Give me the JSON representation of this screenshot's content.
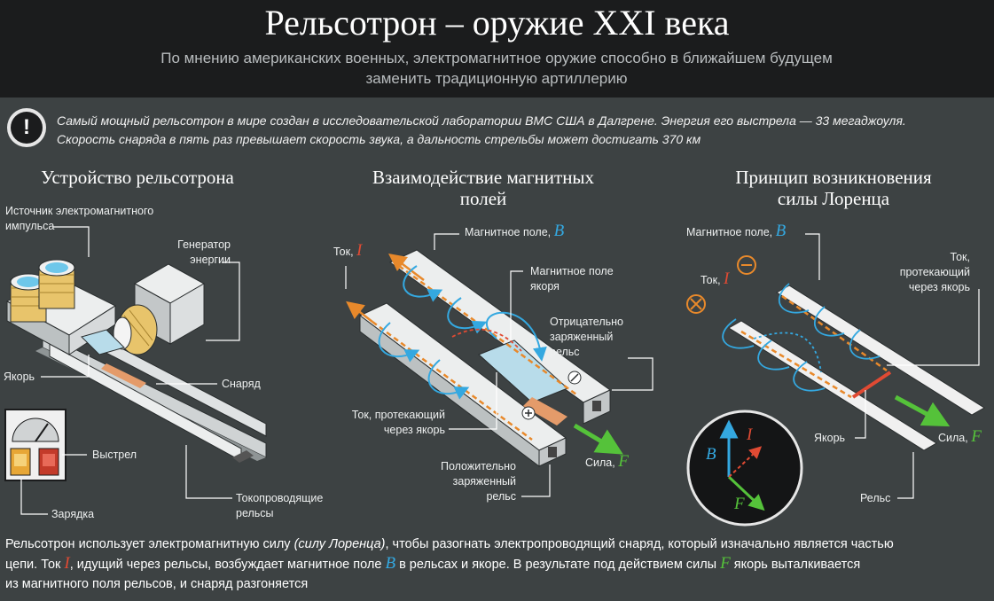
{
  "header": {
    "title": "Рельсотрон – оружие XXI века",
    "subtitle_line1": "По мнению американских военных, электромагнитное оружие способно в ближайшем будущем",
    "subtitle_line2": "заменить традиционную артиллерию"
  },
  "note": {
    "icon": "exclamation-icon",
    "glyph": "!",
    "line1": "Самый мощный рельсотрон в мире создан в исследовательской лаборатории ВМС США в Далгрене. Энергия его выстрела — 33 мегаджоуля.",
    "line2": "Скорость снаряда в пять раз превышает скорость звука, а дальность стрельбы может достигать 370 км"
  },
  "panel1": {
    "title": "Устройство рельсотрона",
    "labels": {
      "source_line1": "Источник электромагнитного",
      "source_line2": "импульса",
      "generator_line1": "Генератор",
      "generator_line2": "энергии",
      "armature": "Якорь",
      "projectile": "Снаряд",
      "fire": "Выстрел",
      "charge": "Зарядка",
      "rails_line1": "Токопроводящие",
      "rails_line2": "рельсы"
    }
  },
  "panel2": {
    "title_line1": "Взаимодействие магнитных",
    "title_line2": "полей",
    "labels": {
      "current": "Ток,",
      "current_sym": "I",
      "field": "Магнитное поле,",
      "field_sym": "B",
      "armature_field_line1": "Магнитное поле",
      "armature_field_line2": "якоря",
      "negative_line1": "Отрицательно",
      "negative_line2": "заряженный",
      "negative_line3": "рельс",
      "flow_line1": "Ток, протекающий",
      "flow_line2": "через якорь",
      "positive_line1": "Положительно",
      "positive_line2": "заряженный",
      "positive_line3": "рельс",
      "force": "Сила,",
      "force_sym": "F"
    }
  },
  "panel3": {
    "title_line1": "Принцип возникновения",
    "title_line2": "силы Лоренца",
    "labels": {
      "field": "Магнитное поле,",
      "field_sym": "B",
      "current": "Ток,",
      "current_sym": "I",
      "flow_line1": "Ток,",
      "flow_line2": "протекающий",
      "flow_line3": "через якорь",
      "armature": "Якорь",
      "force": "Сила,",
      "force_sym": "F",
      "rail": "Рельс"
    },
    "vectors": {
      "b": "B",
      "i": "I",
      "f": "F"
    }
  },
  "footer": {
    "p1": "Рельсотрон использует электромагнитную силу ",
    "p1_italic": "(силу Лоренца)",
    "p1_rest": ", чтобы разогнать электропроводящий снаряд, который изначально является частью",
    "p2": "цепи. Ток ",
    "sym_i": "I",
    "p2b": ", идущий через рельсы, возбуждает магнитное поле ",
    "sym_b": "B",
    "p2c": " в рельсах и якоре. В результате под действием силы ",
    "sym_f": "F",
    "p2d": " якорь выталкивается",
    "p3": "из магнитного поля рельсов, и снаряд разгоняется"
  },
  "colors": {
    "background": "#3d4243",
    "header": "#1b1c1d",
    "field_blue": "#34a8e0",
    "current_red": "#e04a33",
    "force_green": "#55c23a",
    "current_orange": "#e8892b"
  }
}
